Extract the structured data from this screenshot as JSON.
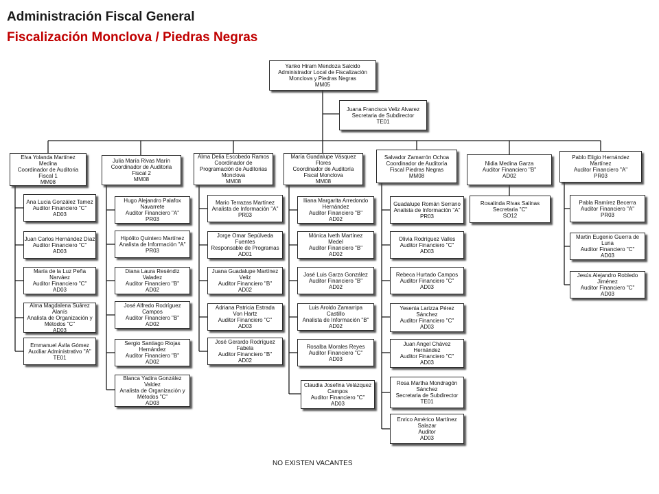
{
  "header": {
    "title": "Administración Fiscal General",
    "subtitle": "Fiscalización Monclova / Piedras Negras"
  },
  "nodes": {
    "root": {
      "lines": [
        "Yanko Hiram Mendoza Salcido",
        "Administrador  Local de Fiscalización",
        "Monclova y Piedras Negras",
        "MM05"
      ]
    },
    "secretary": {
      "lines": [
        "Juana Francisca Veliz Alvarez",
        "Secretaria de Subdirector",
        "TE01"
      ]
    },
    "c1": {
      "lines": [
        "Elva Yolanda Martínez",
        "Medina",
        "Coordinador de Auditoria",
        "Fiscal 1",
        "MM08"
      ]
    },
    "c1_1": {
      "lines": [
        "Ana Lucia González Tamez",
        "Auditor Financiero \"C\"",
        "AD03"
      ]
    },
    "c1_2": {
      "lines": [
        "Juan Carlos Hernández Díaz",
        "Auditor Financiero \"C\"",
        "AD03"
      ]
    },
    "c1_3": {
      "lines": [
        "María de la Luz Peña",
        "Narváez",
        "Auditor Financiero \"C\"",
        "AD03"
      ]
    },
    "c1_4": {
      "lines": [
        "Alma Magdalena Suárez",
        "Alanís",
        "Analista de Organización y",
        "Métodos \"C\"",
        "AD03"
      ]
    },
    "c1_5": {
      "lines": [
        "Emmanuel Ávila Gómez",
        "Auxiliar Administrativo \"A\"",
        "TE01"
      ]
    },
    "c2": {
      "lines": [
        "Julia María Rivas Marín",
        "Coordinador de Auditoria",
        "Fiscal 2",
        "MM08"
      ]
    },
    "c2_1": {
      "lines": [
        "Hugo Alejandro Palafox",
        "Navarrete",
        "Auditor Financiero \"A\"",
        "PR03"
      ]
    },
    "c2_2": {
      "lines": [
        "Hipólito Quintero Martínez",
        "Analista de Información \"A\"",
        "PR03"
      ]
    },
    "c2_3": {
      "lines": [
        "Diana Laura Reséndiz",
        "Valadez",
        "Auditor Financiero \"B\"",
        "AD02"
      ]
    },
    "c2_4": {
      "lines": [
        "José Alfredo Rodríguez",
        "Campos",
        "Auditor Financiero \"B\"",
        "AD02"
      ]
    },
    "c2_5": {
      "lines": [
        "Sergio Santiago Riojas",
        "Hernández",
        "Auditor Financiero \"B\"",
        "AD02"
      ]
    },
    "c2_6": {
      "lines": [
        "Blanca Yadira González",
        "Valdez",
        "Analista de Organización y",
        "Métodos \"C\"",
        "AD03"
      ]
    },
    "c3": {
      "lines": [
        "Alma Delia Escobedo Ramos",
        "Coordinador de",
        "Programación de Auditorias",
        "Monclova",
        "MM08"
      ]
    },
    "c3_1": {
      "lines": [
        "Mario Terrazas Martínez",
        "Analista de Información \"A\"",
        "PR03"
      ]
    },
    "c3_2": {
      "lines": [
        "Jorge Omar Sepúlveda",
        "Fuentes",
        "Responsable de Programas",
        "AD01"
      ]
    },
    "c3_3": {
      "lines": [
        "Juana Guadalupe Martínez",
        "Veliz",
        "Auditor Financiero \"B\"",
        "AD02"
      ]
    },
    "c3_4": {
      "lines": [
        "Adriana Patricia Estrada",
        "Von Hartz",
        "Auditor Financiero \"C\"",
        "AD03"
      ]
    },
    "c3_5": {
      "lines": [
        "José Gerardo Rodríguez",
        "Fabela",
        "Auditor Financiero \"B\"",
        "AD02"
      ]
    },
    "c4": {
      "lines": [
        "María Guadalupe Vásquez",
        "Flores",
        "Coordinador de Auditoría",
        "Fiscal Monclova",
        "MM08"
      ]
    },
    "c4_1": {
      "lines": [
        "Iliana Margarita Arredondo",
        "Hernández",
        "Auditor Financiero \"B\"",
        "AD02"
      ]
    },
    "c4_2": {
      "lines": [
        "Mónica Iveth Martínez",
        "Medel",
        "Auditor Financiero \"B\"",
        "AD02"
      ]
    },
    "c4_3": {
      "lines": [
        "José Luis Garza González",
        "Auditor Financiero \"B\"",
        "AD02"
      ]
    },
    "c4_4": {
      "lines": [
        "Luis Aroldo Zamarripa",
        "Castillo",
        "Analista de Información \"B\"",
        "AD02"
      ]
    },
    "c4_5": {
      "lines": [
        "Rosalba Morales Reyes",
        "Auditor Financiero \"C\"",
        "AD03"
      ]
    },
    "c4_6": {
      "lines": [
        "Claudia Josefina Velázquez",
        "Campos",
        "Auditor Financiero \"C\"",
        "AD03"
      ]
    },
    "c5": {
      "lines": [
        "Salvador Zamarrón Ochoa",
        "Coordinador de Auditoría",
        "Fiscal Piedras Negras",
        "MM08"
      ]
    },
    "c5_1": {
      "lines": [
        "Guadalupe Román Serrano",
        "Analista de Información \"A\"",
        "PR03"
      ]
    },
    "c5_2": {
      "lines": [
        "Olivia Rodríguez Valles",
        "Auditor Financiero \"C\"",
        "AD03"
      ]
    },
    "c5_3": {
      "lines": [
        "Rebeca Hurtado Campos",
        "Auditor Financiero \"C\"",
        "AD03"
      ]
    },
    "c5_4": {
      "lines": [
        "Yesenia Larizza Pérez",
        "Sánchez",
        "Auditor Financiero \"C\"",
        "AD03"
      ]
    },
    "c5_5": {
      "lines": [
        "Juan Angel Chávez",
        "Hernández",
        "Auditor Financiero \"C\"",
        "AD03"
      ]
    },
    "c5_6": {
      "lines": [
        "Rosa Martha Mondragón",
        "Sánchez",
        "Secretaria de Subdirector",
        "TE01"
      ]
    },
    "c5_7": {
      "lines": [
        "Enrico Américo Martínez",
        "Salazar",
        "Auditor",
        "AD03"
      ]
    },
    "c6": {
      "lines": [
        "Nidia Medina Garza",
        "Auditor Financiero \"B\"",
        "AD02"
      ]
    },
    "c6_1": {
      "lines": [
        "Rosalinda Rivas Salinas",
        "Secretaria \"C\"",
        "SO12"
      ]
    },
    "c7": {
      "lines": [
        "Pablo Eligio Hernández",
        "Martínez",
        "Auditor Financiero \"A\"",
        "PR03"
      ]
    },
    "c7_1": {
      "lines": [
        "Pabla Ramírez Becerra",
        "Auditor Financiero \"A\"",
        "PR03"
      ]
    },
    "c7_2": {
      "lines": [
        "Martin Eugenio Guerra de",
        "Luna",
        "Auditor Financiero \"C\"",
        "AD03"
      ]
    },
    "c7_3": {
      "lines": [
        "Jesús Alejandro Robledo",
        "Jiménez",
        "Auditor Financiero \"C\"",
        "AD03"
      ]
    }
  },
  "footer": {
    "note": "NO EXISTEN VACANTES"
  }
}
